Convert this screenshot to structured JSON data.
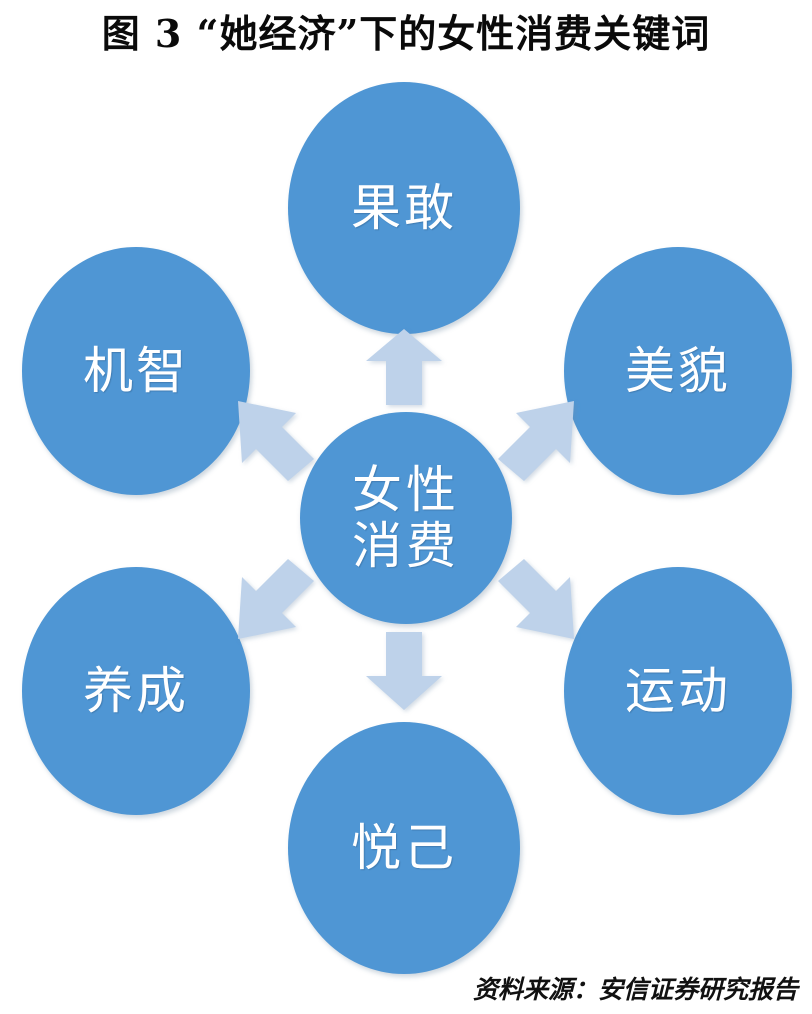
{
  "figure": {
    "title": "图 3  “她经济”下的女性消费关键词",
    "source_note": "资料来源：安信证券研究报告"
  },
  "colors": {
    "bubble_fill": "#4f96d4",
    "bubble_text": "#ffffff",
    "arrow_fill": "#bed2ea",
    "background": "#ffffff",
    "title_text": "#0a0a0a"
  },
  "diagram": {
    "type": "hub-and-spoke",
    "center": {
      "label": "女性\n消费",
      "label_lines": [
        "女性",
        "消费"
      ]
    },
    "nodes": [
      {
        "position": "top",
        "label": "果敢"
      },
      {
        "position": "upper-left",
        "label": "机智"
      },
      {
        "position": "upper-right",
        "label": "美貌"
      },
      {
        "position": "lower-left",
        "label": "养成"
      },
      {
        "position": "lower-right",
        "label": "运动"
      },
      {
        "position": "bottom",
        "label": "悦己"
      }
    ],
    "arrows": [
      {
        "name": "arrow-up",
        "direction": "up",
        "from": "center",
        "to": "top"
      },
      {
        "name": "arrow-up-left",
        "direction": "up-left",
        "from": "center",
        "to": "upper-left"
      },
      {
        "name": "arrow-up-right",
        "direction": "up-right",
        "from": "center",
        "to": "upper-right"
      },
      {
        "name": "arrow-down-left",
        "direction": "down-left",
        "from": "center",
        "to": "lower-left"
      },
      {
        "name": "arrow-down-right",
        "direction": "down-right",
        "from": "center",
        "to": "lower-right"
      },
      {
        "name": "arrow-down",
        "direction": "down",
        "from": "center",
        "to": "bottom"
      }
    ]
  }
}
